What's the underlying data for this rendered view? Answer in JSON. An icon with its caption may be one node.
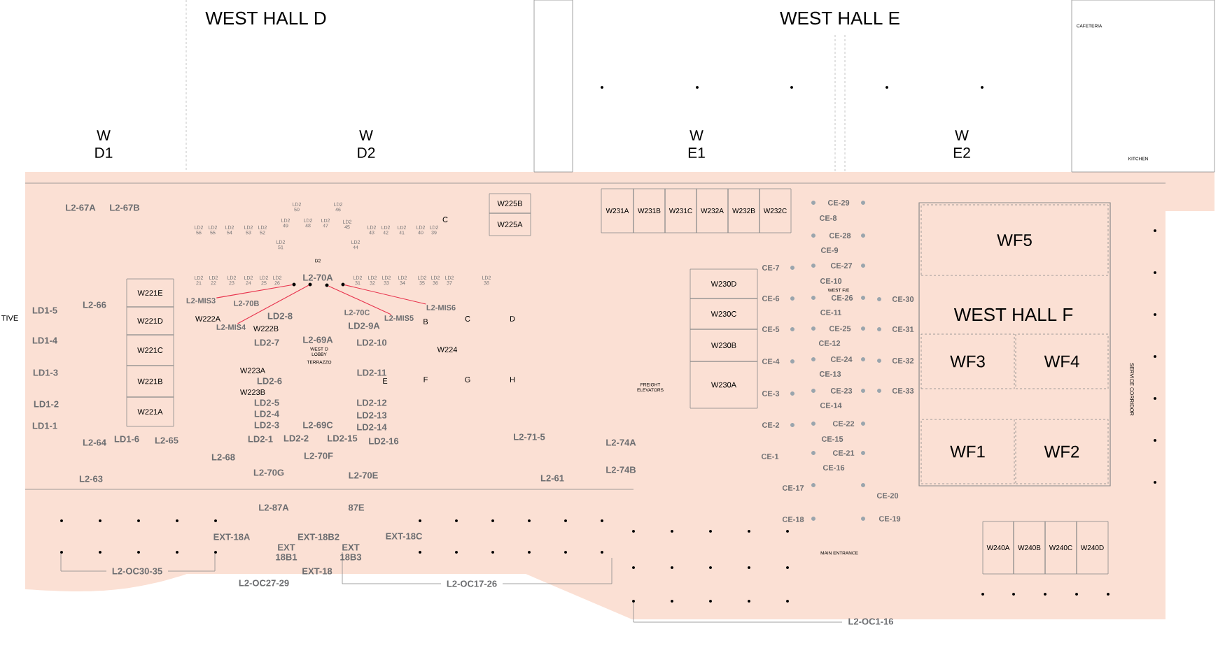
{
  "diagram": {
    "nodes": [
      {
        "text": [
          "W221E"
        ]
      },
      {
        "text": [
          "W221D"
        ]
      },
      {
        "text": [
          "W221C"
        ]
      },
      {
        "text": [
          "W221B"
        ]
      },
      {
        "text": [
          "W221A"
        ]
      },
      {
        "text": [
          "L2-MIS3"
        ]
      },
      {
        "text": [
          "L2-MIS4"
        ]
      },
      {
        "text": [
          "L2-MIS5"
        ]
      },
      {
        "text": [
          "L2-MIS6"
        ]
      },
      {
        "text": [],
        "shape": "circle"
      },
      {
        "text": [],
        "shape": "circle"
      },
      {
        "text": [],
        "shape": "circle"
      },
      {
        "text": [],
        "shape": "circle"
      },
      {
        "text": [
          "W225B"
        ]
      },
      {
        "text": [
          "W225A"
        ]
      },
      {
        "text": [
          "W231A"
        ]
      },
      {
        "text": [
          "W231B"
        ]
      },
      {
        "text": [
          "W231C"
        ]
      },
      {
        "text": [
          "W232A"
        ]
      },
      {
        "text": [
          "W232B"
        ]
      },
      {
        "text": [
          "W232C"
        ]
      },
      {
        "text": [
          "W230D"
        ]
      },
      {
        "text": [
          "W230C"
        ]
      },
      {
        "text": [
          "W230B"
        ]
      },
      {
        "text": [
          "W230A"
        ]
      },
      {
        "text": [
          "WEST HALL F"
        ]
      },
      {
        "text": [
          "WF5"
        ],
        "in": 25
      },
      {
        "text": [
          "WF3"
        ],
        "in": 25
      },
      {
        "text": [
          "WF4"
        ],
        "in": 25
      },
      {
        "text": [
          "WF1"
        ],
        "in": 25
      },
      {
        "text": [
          "WF2"
        ],
        "in": 25
      },
      {
        "text": [
          "W240A"
        ]
      },
      {
        "text": [
          "W240B"
        ]
      },
      {
        "text": [
          "W240C"
        ]
      },
      {
        "text": [
          "W240D"
        ]
      }
    ],
    "edges": [
      {
        "from": 9,
        "to": 5,
        "arrow": "none",
        "color": "#e8344e"
      },
      {
        "from": 10,
        "to": 6,
        "arrow": "none",
        "color": "#e8344e"
      },
      {
        "from": 11,
        "to": 7,
        "arrow": "none",
        "color": "#e8344e"
      },
      {
        "from": 12,
        "to": 8,
        "arrow": "none",
        "color": "#e8344e"
      }
    ],
    "labels": [
      "WEST HALL D",
      "WEST HALL E",
      "CAFETERIA",
      "W D1",
      "W D2",
      "W E1",
      "W E2",
      "KITCHEN",
      "L2-67A",
      "L2-67B",
      "LD2 50",
      "LD2 46",
      "LD2 49",
      "LD2 48",
      "LD2 47",
      "LD2 45",
      "C",
      "LD2 56",
      "LD2 55",
      "LD2 54",
      "LD2 53",
      "LD2 52",
      "LD2 43",
      "LD2 42",
      "LD2 41",
      "LD2 40",
      "LD2 39",
      "LD2 51",
      "LD2 44",
      "D2",
      "LD2 21",
      "LD2 22",
      "LD2 23",
      "LD2 24",
      "LD2 25",
      "LD2 26",
      "L2-70A",
      "LD2 31",
      "LD2 32",
      "LD2 33",
      "LD2 34",
      "LD2 35",
      "LD2 36",
      "LD2 37",
      "LD2 38",
      "TIVE",
      "LD1-5",
      "L2-66",
      "W222A",
      "L2-70B",
      "LD2-8",
      "L2-70C",
      "B",
      "C",
      "D",
      "W222B",
      "LD2-9A",
      "LD1-4",
      "LD2-7",
      "L2-69A",
      "LD2-10",
      "W224",
      "WEST D LOBBY",
      "TERRAZZO",
      "LD1-3",
      "W223A",
      "LD2-6",
      "LD2-11",
      "E",
      "F",
      "G",
      "H",
      "FREIGHT ELEVATORS",
      "LD1-2",
      "W223B",
      "LD2-5",
      "LD2-12",
      "LD2-4",
      "LD2-13",
      "LD1-1",
      "LD2-3",
      "L2-69C",
      "LD2-14",
      "L2-64",
      "LD1-6",
      "L2-65",
      "LD2-1",
      "LD2-2",
      "LD2-15",
      "LD2-16",
      "L2-71-5",
      "L2-74A",
      "L2-68",
      "L2-70F",
      "L2-63",
      "L2-70G",
      "L2-70E",
      "L2-61",
      "L2-74B",
      "L2-87A",
      "87E",
      "EXT-18A",
      "EXT-18B2",
      "EXT-18C",
      "EXT 18B1",
      "EXT 18B3",
      "L2-OC30-35",
      "EXT-18",
      "L2-OC27-29",
      "L2-OC17-26",
      "L2-OC1-16",
      "CE-29",
      "CE-8",
      "CE-28",
      "CE-9",
      "CE-7",
      "CE-27",
      "CE-10",
      "WEST F/E",
      "CE-6",
      "CE-26",
      "CE-30",
      "CE-11",
      "CE-5",
      "CE-25",
      "CE-31",
      "CE-12",
      "CE-4",
      "CE-24",
      "CE-32",
      "CE-13",
      "CE-3",
      "CE-23",
      "CE-33",
      "SERVICE CORRIDOR",
      "CE-14",
      "CE-2",
      "CE-22",
      "CE-15",
      "CE-1",
      "CE-21",
      "CE-16",
      "CE-17",
      "CE-20",
      "CE-18",
      "CE-19",
      "MAIN ENTRANCE"
    ]
  }
}
